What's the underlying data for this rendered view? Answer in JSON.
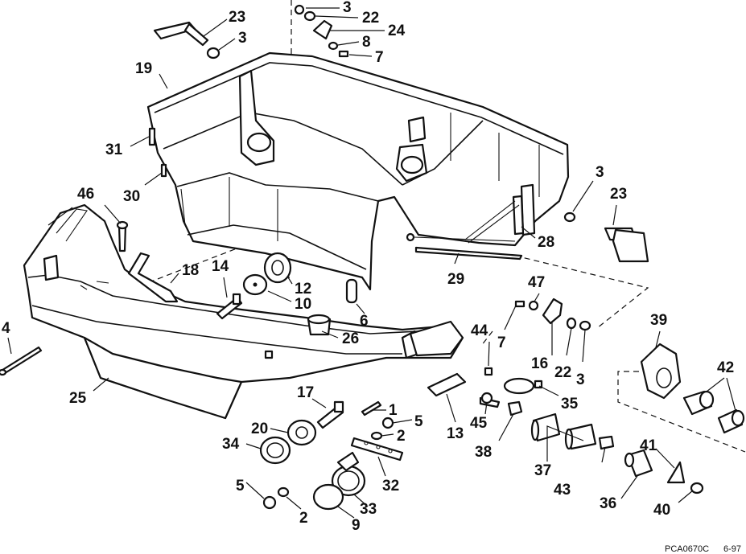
{
  "callouts": [
    {
      "id": "c23a",
      "text": "23"
    },
    {
      "id": "c3a",
      "text": "3"
    },
    {
      "id": "c3b",
      "text": "3"
    },
    {
      "id": "c22a",
      "text": "22"
    },
    {
      "id": "c24",
      "text": "24"
    },
    {
      "id": "c8",
      "text": "8"
    },
    {
      "id": "c7a",
      "text": "7"
    },
    {
      "id": "c19",
      "text": "19"
    },
    {
      "id": "c31",
      "text": "31"
    },
    {
      "id": "c30",
      "text": "30"
    },
    {
      "id": "c46",
      "text": "46"
    },
    {
      "id": "c3c",
      "text": "3"
    },
    {
      "id": "c23b",
      "text": "23"
    },
    {
      "id": "c28",
      "text": "28"
    },
    {
      "id": "c29",
      "text": "29"
    },
    {
      "id": "c18",
      "text": "18"
    },
    {
      "id": "c14",
      "text": "14"
    },
    {
      "id": "c12",
      "text": "12"
    },
    {
      "id": "c10",
      "text": "10"
    },
    {
      "id": "c6",
      "text": "6"
    },
    {
      "id": "c47",
      "text": "47"
    },
    {
      "id": "c4",
      "text": "4"
    },
    {
      "id": "c26",
      "text": "26"
    },
    {
      "id": "c44",
      "text": "44"
    },
    {
      "id": "c7b",
      "text": "7"
    },
    {
      "id": "c16",
      "text": "16"
    },
    {
      "id": "c22b",
      "text": "22"
    },
    {
      "id": "c3d",
      "text": "3"
    },
    {
      "id": "c39",
      "text": "39"
    },
    {
      "id": "c42",
      "text": "42"
    },
    {
      "id": "c25",
      "text": "25"
    },
    {
      "id": "c17",
      "text": "17"
    },
    {
      "id": "c1",
      "text": "1"
    },
    {
      "id": "c5a",
      "text": "5"
    },
    {
      "id": "c2a",
      "text": "2"
    },
    {
      "id": "c13",
      "text": "13"
    },
    {
      "id": "c45",
      "text": "45"
    },
    {
      "id": "c38",
      "text": "38"
    },
    {
      "id": "c35",
      "text": "35"
    },
    {
      "id": "c20",
      "text": "20"
    },
    {
      "id": "c34",
      "text": "34"
    },
    {
      "id": "c32",
      "text": "32"
    },
    {
      "id": "c37",
      "text": "37"
    },
    {
      "id": "c41",
      "text": "41"
    },
    {
      "id": "c43",
      "text": "43"
    },
    {
      "id": "c36",
      "text": "36"
    },
    {
      "id": "c40",
      "text": "40"
    },
    {
      "id": "c5b",
      "text": "5"
    },
    {
      "id": "c2b",
      "text": "2"
    },
    {
      "id": "c33",
      "text": "33"
    },
    {
      "id": "c9",
      "text": "9"
    }
  ],
  "footer": {
    "code": "PCA0670C",
    "date": "6-97"
  }
}
